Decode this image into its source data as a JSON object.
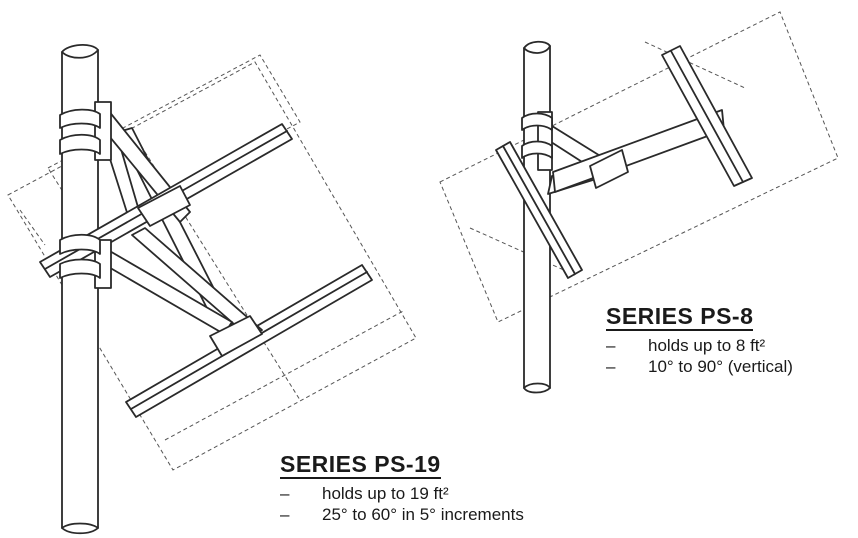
{
  "ps8": {
    "title": "SERIES PS-8",
    "items": [
      {
        "dash": "–",
        "text": "holds up to 8 ft²"
      },
      {
        "dash": "–",
        "text": "10° to 90° (vertical)"
      }
    ]
  },
  "ps19": {
    "title": "SERIES PS-19",
    "items": [
      {
        "dash": "–",
        "text": "holds up to 19 ft²"
      },
      {
        "dash": "–",
        "text": "25° to 60° in 5° increments"
      }
    ]
  }
}
